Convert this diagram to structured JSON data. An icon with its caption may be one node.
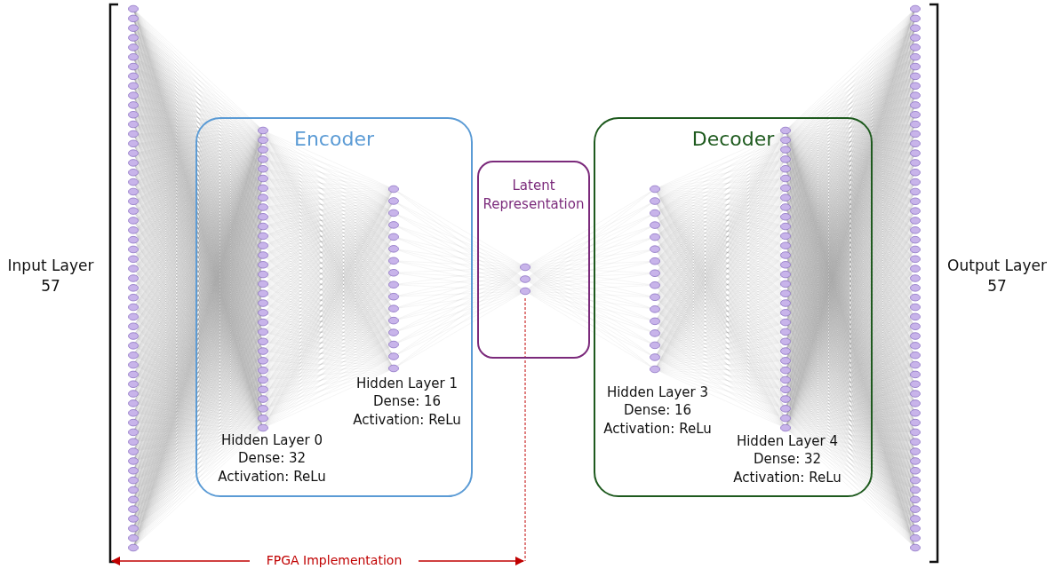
{
  "diagram": {
    "nodes": [
      {
        "text": [
          "Encoder"
        ]
      },
      {
        "text": [
          "Latent Representation"
        ]
      },
      {
        "text": [
          "Decoder"
        ]
      }
    ],
    "labels": [
      "Input Layer 57",
      "Hidden Layer 0 Dense: 32 Activation: ReLu",
      "Hidden Layer 1 Dense: 16 Activation: ReLu",
      "Hidden Layer 3 Dense: 16 Activation: ReLu",
      "Hidden Layer 4 Dense: 32 Activation: ReLu",
      "Output Layer 57",
      "FPGA Implementation"
    ]
  }
}
